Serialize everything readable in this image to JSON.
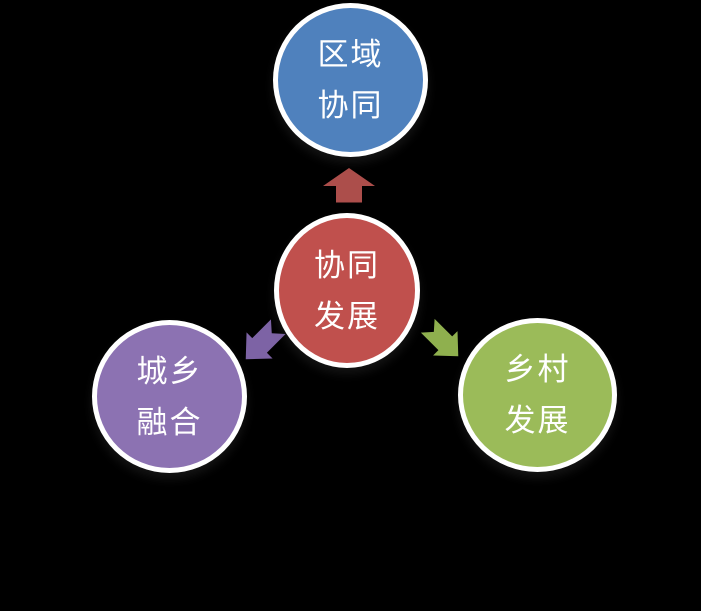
{
  "diagram": {
    "background_color": "#000000",
    "text_color": "#FFFFFF",
    "ring_color": "#FFFFFF",
    "center_node": {
      "label": "协同发展",
      "label_lines": [
        "协同",
        "发展"
      ],
      "color": "#C0504D"
    },
    "satellite_nodes": [
      {
        "position": "top",
        "label": "区域协同",
        "label_lines": [
          "区域",
          "协同"
        ],
        "color": "#4F81BD"
      },
      {
        "position": "bottom-left",
        "label": "城乡融合",
        "label_lines": [
          "城乡",
          "融合"
        ],
        "color": "#8C72B2"
      },
      {
        "position": "bottom-right",
        "label": "乡村发展",
        "label_lines": [
          "乡村",
          "发展"
        ],
        "color": "#9BBB59"
      }
    ],
    "arrows": [
      {
        "direction": "up",
        "from": "协同发展",
        "to": "区域协同",
        "color": "#AC4E4B"
      },
      {
        "direction": "down-left",
        "from": "协同发展",
        "to": "城乡融合",
        "color": "#7D63A5"
      },
      {
        "direction": "down-right",
        "from": "协同发展",
        "to": "乡村发展",
        "color": "#8FB04E"
      }
    ]
  }
}
